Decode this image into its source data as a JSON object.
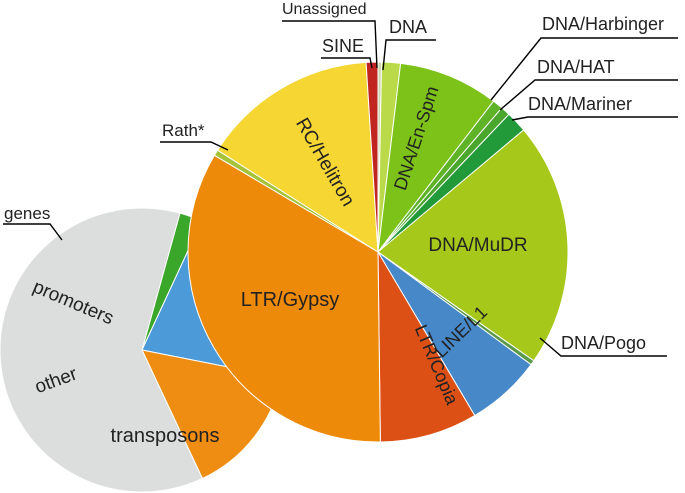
{
  "chart_data": [
    {
      "type": "pie",
      "slices": [
        {
          "label": "genes",
          "value": 2.6,
          "color": "#3aa62a"
        },
        {
          "label": "promoters",
          "value": 21.2,
          "color": "#4d9ad8"
        },
        {
          "label": "other",
          "value": 14.9,
          "color": "#ef8c12"
        },
        {
          "label": "transposons",
          "value": 61.3,
          "color": "#dcdddd"
        }
      ]
    },
    {
      "type": "pie",
      "slices": [
        {
          "label": "Unassigned",
          "value": 0.3,
          "color": "#c9d8b0"
        },
        {
          "label": "DNA",
          "value": 1.6,
          "color": "#bada4a"
        },
        {
          "label": "DNA/En-Spm",
          "value": 8.5,
          "color": "#7cc218"
        },
        {
          "label": "DNA/Harbinger",
          "value": 0.9,
          "color": "#5fb327"
        },
        {
          "label": "DNA/HAT",
          "value": 0.8,
          "color": "#4aa62c"
        },
        {
          "label": "DNA/Mariner",
          "value": 1.8,
          "color": "#229a3a"
        },
        {
          "label": "DNA/MuDR",
          "value": 20.8,
          "color": "#a5c81a"
        },
        {
          "label": "DNA/Pogo",
          "value": 0.4,
          "color": "#5b9a4a"
        },
        {
          "label": "LINE/L1",
          "value": 6.4,
          "color": "#4688c8"
        },
        {
          "label": "LTR/Copia",
          "value": 8.3,
          "color": "#dc5016"
        },
        {
          "label": "LTR/Gypsy",
          "value": 33.7,
          "color": "#ee8a0a"
        },
        {
          "label": "Rath*",
          "value": 0.5,
          "color": "#a5c238"
        },
        {
          "label": "RC/Helitron",
          "value": 15.0,
          "color": "#f5d632"
        },
        {
          "label": "SINE",
          "value": 1.0,
          "color": "#c0251f"
        }
      ]
    }
  ]
}
